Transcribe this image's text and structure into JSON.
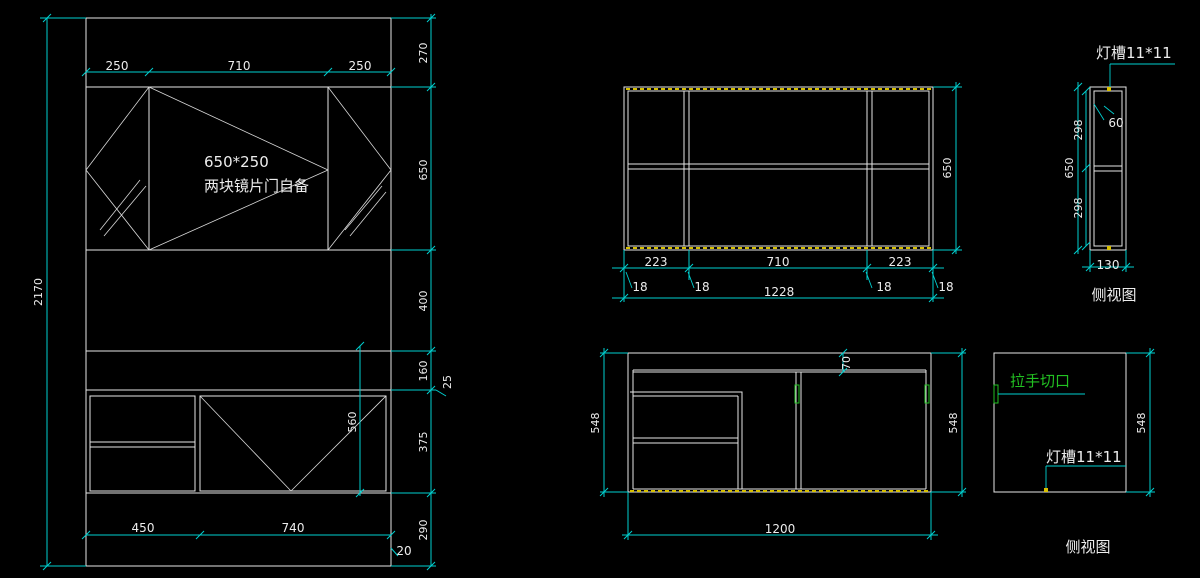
{
  "colors": {
    "background": "#000000",
    "outline": "#e6e6e6",
    "dimension": "#00d0d0",
    "light_slot": "#d8c000",
    "handle_cutout": "#22c022"
  },
  "front_view": {
    "total_height": "2170",
    "widths_top": [
      "250",
      "710",
      "250"
    ],
    "widths_bottom": [
      "450",
      "740"
    ],
    "heights": [
      "270",
      "650",
      "400",
      "160",
      "375",
      "290"
    ],
    "extra": [
      "25",
      "560",
      "20"
    ],
    "note_line1": "650*250",
    "note_line2": "两块镜片门自备"
  },
  "top_right_view": {
    "height": "650",
    "widths_top": [
      "223",
      "710",
      "223"
    ],
    "thickness": [
      "18",
      "18",
      "18",
      "18"
    ],
    "total_width": "1228"
  },
  "side_view_top": {
    "slot_label": "灯槽11*11",
    "height": "650",
    "segments": [
      "298",
      "298"
    ],
    "offset": "60",
    "depth": "130",
    "title": "侧视图"
  },
  "bottom_view": {
    "height_left": "548",
    "height_right": "548",
    "top_gap": "70",
    "total_width": "1200"
  },
  "side_view_bottom": {
    "handle_label": "拉手切口",
    "slot_label": "灯槽11*11",
    "height": "548",
    "title": "侧视图"
  }
}
